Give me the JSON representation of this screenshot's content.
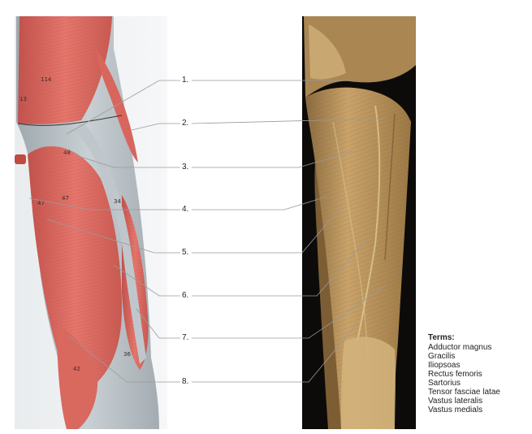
{
  "diagram": {
    "labels": [
      "1.",
      "2.",
      "3.",
      "4.",
      "5.",
      "6.",
      "7.",
      "8."
    ],
    "model_marks": [
      "114",
      "13",
      "48",
      "47",
      "34",
      "36",
      "42",
      "47"
    ],
    "terms_title": "Terms:",
    "terms": [
      "Adductor magnus",
      "Gracilis",
      "Iliopsoas",
      "Rectus femoris",
      "Sartorius",
      "Tensor fasciae latae",
      "Vastus lateralis",
      "Vastus medials"
    ]
  }
}
